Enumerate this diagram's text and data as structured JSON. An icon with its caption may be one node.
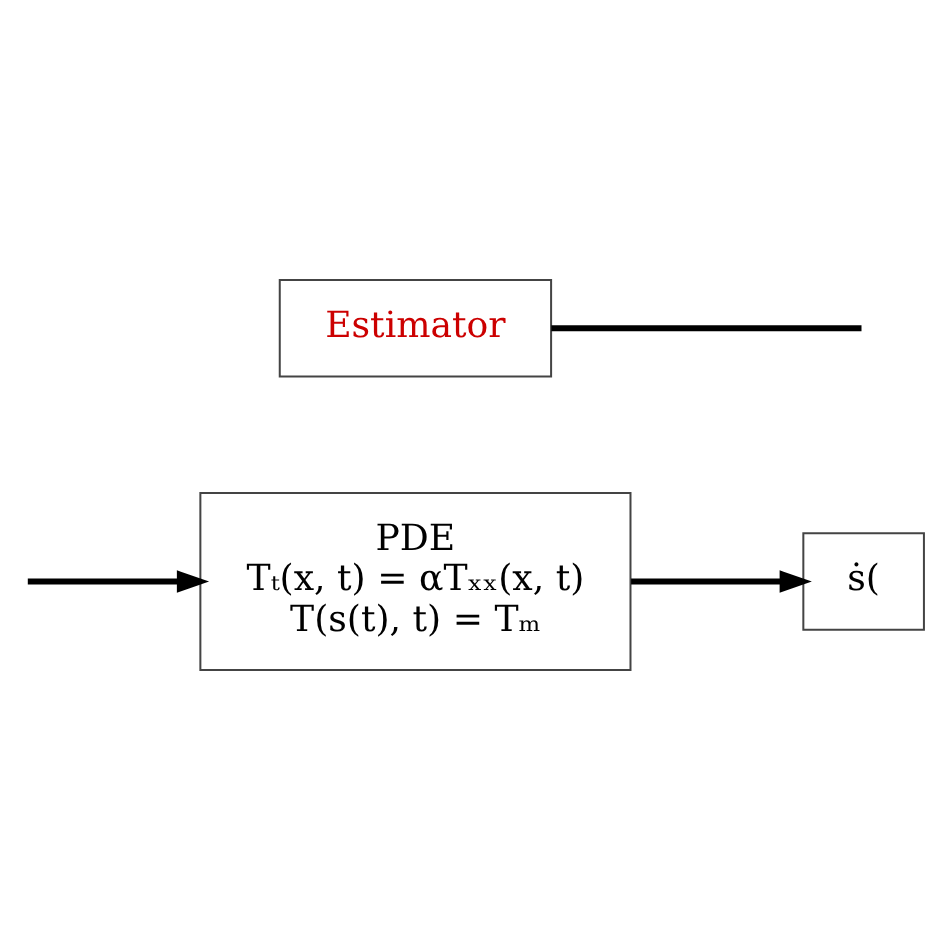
{
  "diagram": {
    "nodes": [
      {
        "text": [
          "PDE",
          "Tₜ(x, t) = αTₓₓ(x, t)",
          "T(s(t), t) = Tₘ"
        ]
      },
      {
        "text": [
          "ṡ("
        ]
      },
      {
        "text": [
          "Estimator"
        ]
      }
    ],
    "edges": [
      {
        "from": 0,
        "to": 1,
        "arrow": "to"
      },
      {
        "from": null,
        "to": 0,
        "arrow": "to"
      },
      {
        "from": 2,
        "to": null,
        "arrow": "none"
      }
    ]
  }
}
